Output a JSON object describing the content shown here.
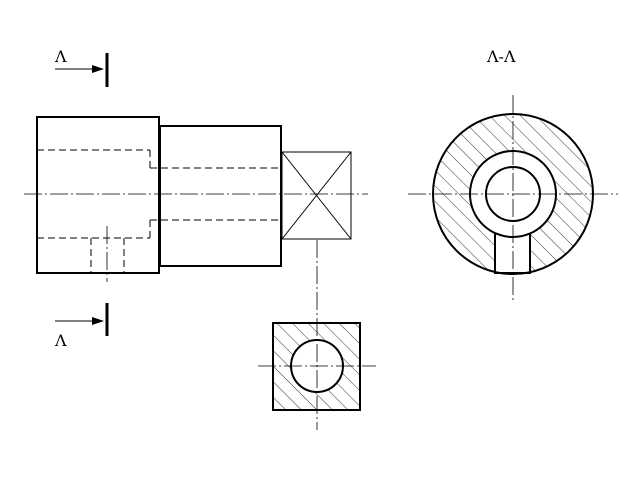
{
  "labels": {
    "section_mark_top": "Λ",
    "section_mark_bottom": "Λ",
    "section_title": "Λ-Λ"
  }
}
